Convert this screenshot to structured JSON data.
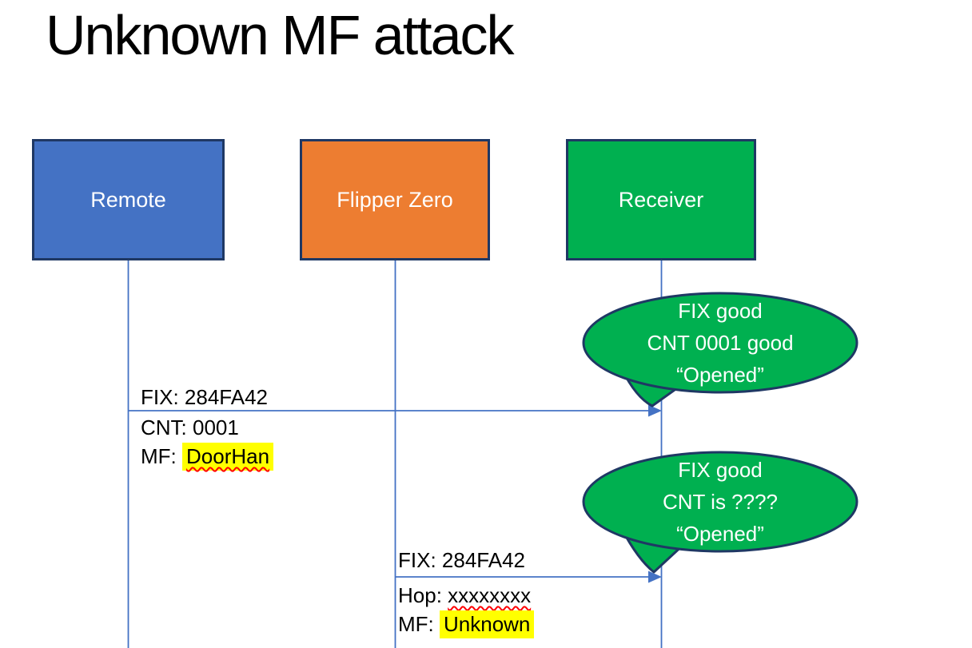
{
  "title": "Unknown MF attack",
  "actors": [
    {
      "name": "Remote",
      "color": "#4472C4"
    },
    {
      "name": "Flipper Zero",
      "color": "#ED7D31"
    },
    {
      "name": "Receiver",
      "color": "#00B050"
    }
  ],
  "messages": [
    {
      "from": "Remote",
      "to": "Receiver",
      "lines": [
        {
          "text": "FIX: 284FA42",
          "mark": ""
        },
        {
          "text": "CNT: 0001",
          "mark": ""
        },
        {
          "text": "MF: ",
          "mark": "DoorHan"
        }
      ]
    },
    {
      "from": "Flipper Zero",
      "to": "Receiver",
      "lines": [
        {
          "text": "FIX: 284FA42",
          "mark": ""
        },
        {
          "text": "Hop: ",
          "mark": "xxxxxxxx"
        },
        {
          "text": "MF: ",
          "mark": "Unknown"
        }
      ]
    }
  ],
  "callouts": [
    {
      "speaker": "Receiver",
      "lines": [
        "FIX good",
        "CNT 0001 good",
        "“Opened”"
      ]
    },
    {
      "speaker": "Receiver",
      "lines": [
        "FIX good",
        "CNT is ????",
        "“Opened”"
      ]
    }
  ],
  "colors": {
    "remote_fill": "#4472C4",
    "flipper_fill": "#ED7D31",
    "receiver_fill": "#00B050",
    "callout_fill": "#00B050",
    "shape_outline": "#1F3864",
    "connector_blue": "#4472C4",
    "highlight_yellow": "#FFFF00",
    "squiggle_red": "#FF0000"
  }
}
